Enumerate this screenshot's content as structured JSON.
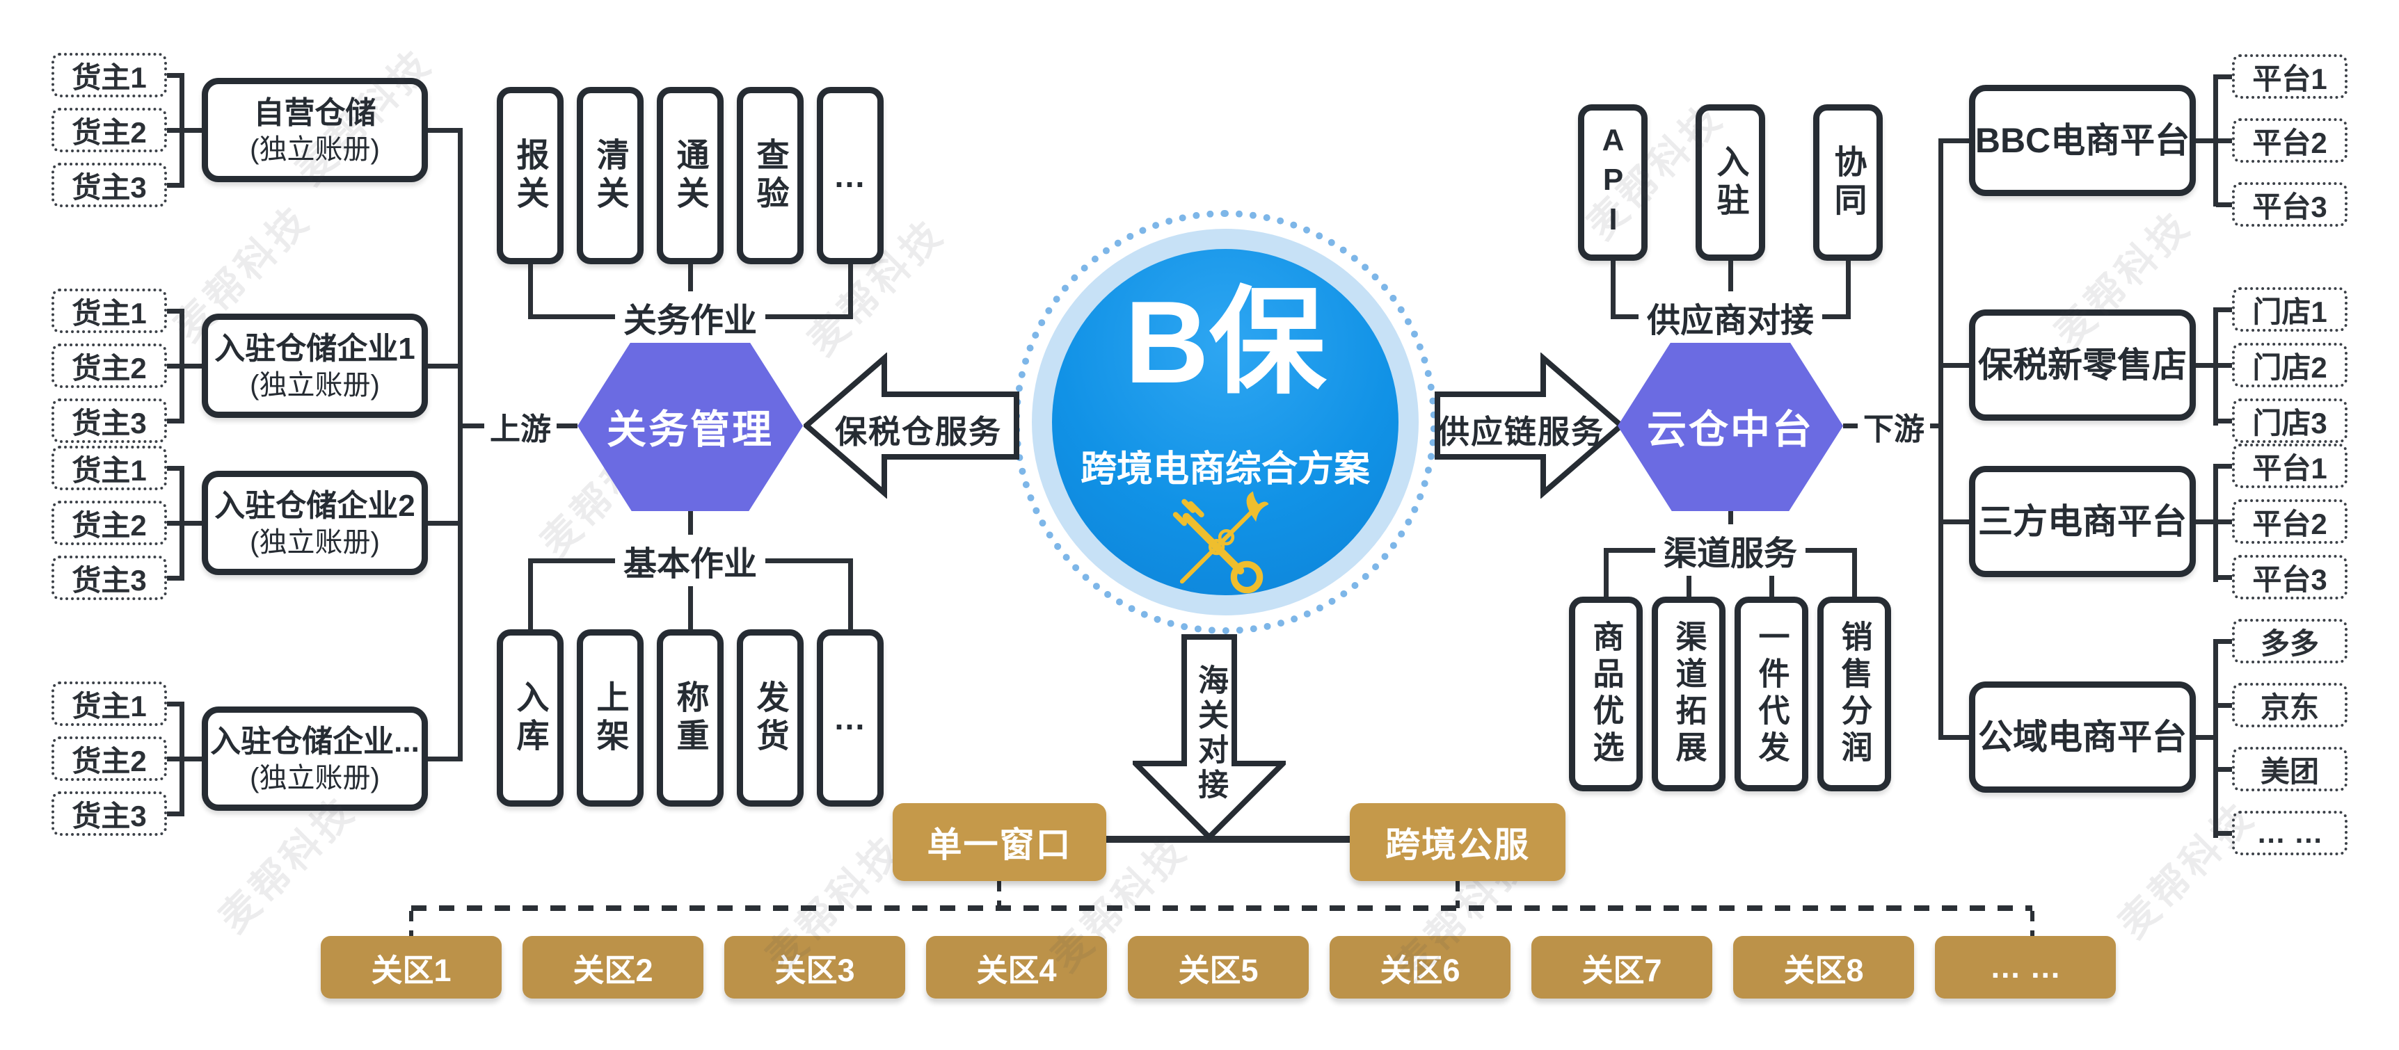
{
  "colors": {
    "hexagon": "#6b6be2",
    "circle_blue": "#1192e6",
    "gold": "#c5994a",
    "gold2": "#bc9249",
    "line": "#2b3036"
  },
  "watermark": {
    "text": "麦帮科技"
  },
  "center": {
    "title": "B保",
    "subtitle": "跨境电商综合方案",
    "emblem": "customs-key-caduceus"
  },
  "hexagons": {
    "left": "关务管理",
    "right": "云仓中台"
  },
  "arrows": {
    "left": "保税仓服务",
    "right": "供应链服务",
    "down": "海关对接"
  },
  "labels": {
    "upstream": "上游",
    "downstream": "下游"
  },
  "customs_ops": {
    "label": "关务作业",
    "items": [
      "报关",
      "清关",
      "通关",
      "查验",
      "…"
    ]
  },
  "basic_ops": {
    "label": "基本作业",
    "items": [
      "入库",
      "上架",
      "称重",
      "发货",
      "…"
    ]
  },
  "supplier": {
    "label": "供应商对接",
    "items": [
      "API",
      "入驻",
      "协同"
    ]
  },
  "channel": {
    "label": "渠道服务",
    "items": [
      "商品优选",
      "渠道拓展",
      "一件代发",
      "销售分润"
    ]
  },
  "left_groups": [
    {
      "title": "自营仓储",
      "subtitle": "(独立账册)",
      "owners": [
        "货主1",
        "货主2",
        "货主3"
      ]
    },
    {
      "title": "入驻仓储企业1",
      "subtitle": "(独立账册)",
      "owners": [
        "货主1",
        "货主2",
        "货主3"
      ]
    },
    {
      "title": "入驻仓储企业2",
      "subtitle": "(独立账册)",
      "owners": [
        "货主1",
        "货主2",
        "货主3"
      ]
    },
    {
      "title": "入驻仓储企业...",
      "subtitle": "(独立账册)",
      "owners": [
        "货主1",
        "货主2",
        "货主3"
      ]
    }
  ],
  "right_groups": [
    {
      "title": "BBC电商平台",
      "children": [
        "平台1",
        "平台2",
        "平台3"
      ]
    },
    {
      "title": "保税新零售店",
      "children": [
        "门店1",
        "门店2",
        "门店3"
      ]
    },
    {
      "title": "三方电商平台",
      "children": [
        "平台1",
        "平台2",
        "平台3"
      ]
    },
    {
      "title": "公域电商平台",
      "children": [
        "多多",
        "京东",
        "美团",
        "… …"
      ]
    }
  ],
  "bottom": {
    "single_window": "单一窗口",
    "cross_border": "跨境公服",
    "districts": [
      "关区1",
      "关区2",
      "关区3",
      "关区4",
      "关区5",
      "关区6",
      "关区7",
      "关区8",
      "… …"
    ]
  }
}
